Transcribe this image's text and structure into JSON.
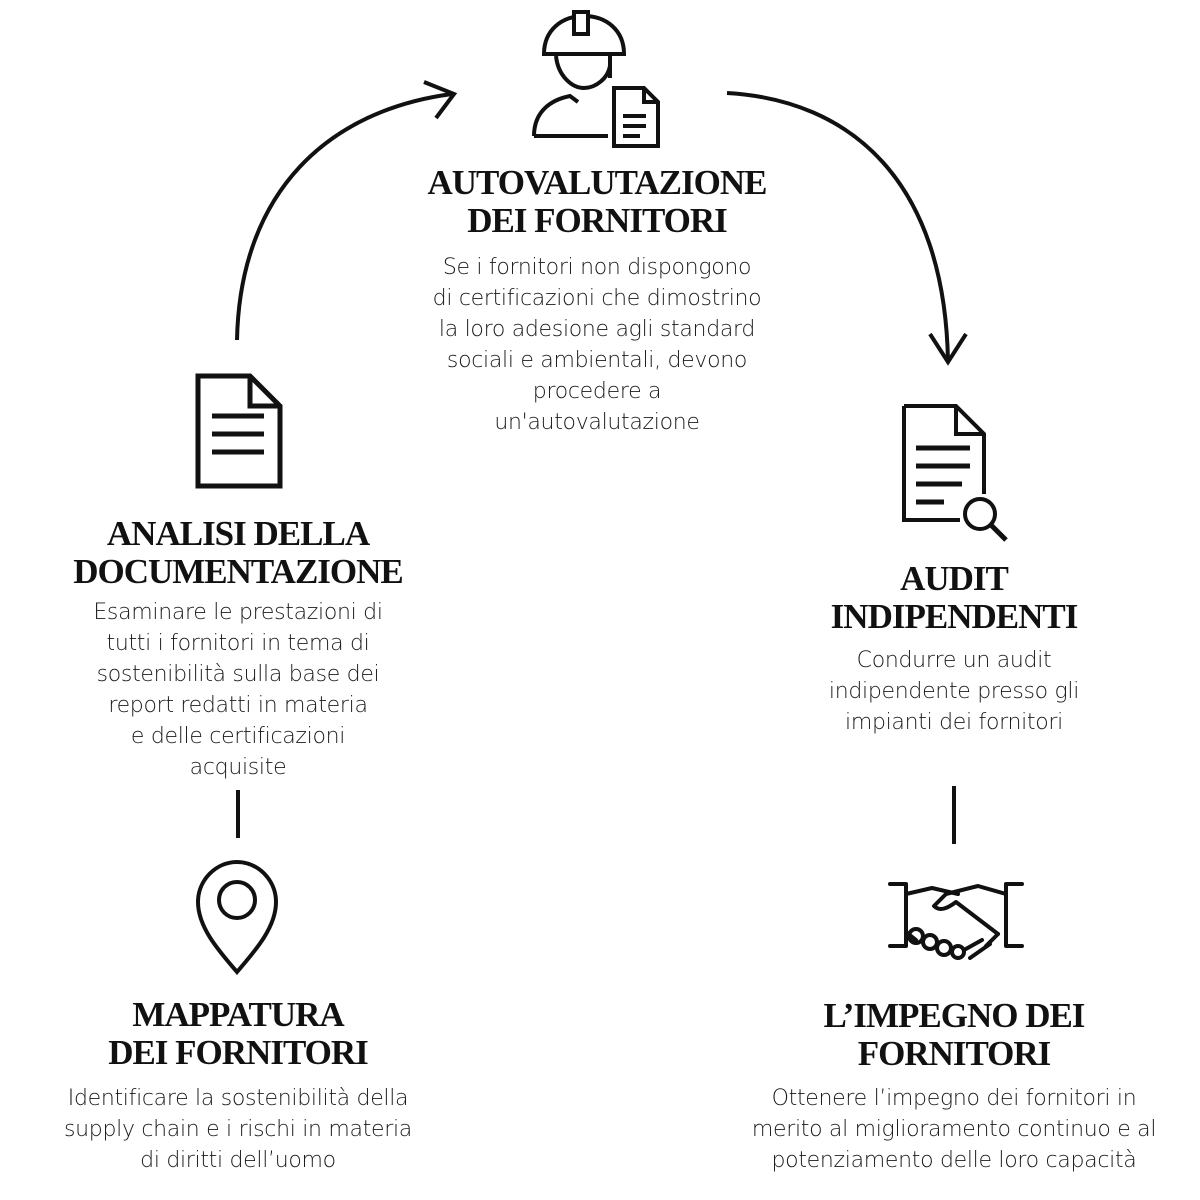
{
  "steps": {
    "autovalutazione": {
      "title": "AUTOVALUTAZIONE\nDEI FORNITORI",
      "description": "Se i fornitori non dispongono\ndi certificazioni che dimostrino\nla loro adesione agli standard\nsociali e ambientali, devono\nprocedere a\nun'autovalutazione",
      "icon": "worker-document-icon"
    },
    "audit": {
      "title": "AUDIT\nINDIPENDENTI",
      "description": "Condurre un audit\nindipendente presso gli\nimpianti dei fornitori",
      "icon": "document-search-icon"
    },
    "impegno": {
      "title": "L’IMPEGNO DEI\nFORNITORI",
      "description": "Ottenere l’impegno dei fornitori in\nmerito al miglioramento continuo e al\npotenziamento delle loro capacità",
      "icon": "handshake-icon"
    },
    "mappatura": {
      "title": "MAPPATURA\nDEI FORNITORI",
      "description": "Identificare la sostenibilità della\nsupply chain e i rischi in materia\ndi diritti dell’uomo",
      "icon": "location-pin-icon"
    },
    "analisi": {
      "title": "ANALISI DELLA\nDOCUMENTAZIONE",
      "description": "Esaminare le prestazioni di\ntutti i fornitori in tema di\nsostenibilità sulla base dei\nreport redatti in materia\ne delle certificazioni\nacquisite",
      "icon": "document-icon"
    }
  },
  "colors": {
    "ink": "#111111",
    "background": "#ffffff"
  }
}
